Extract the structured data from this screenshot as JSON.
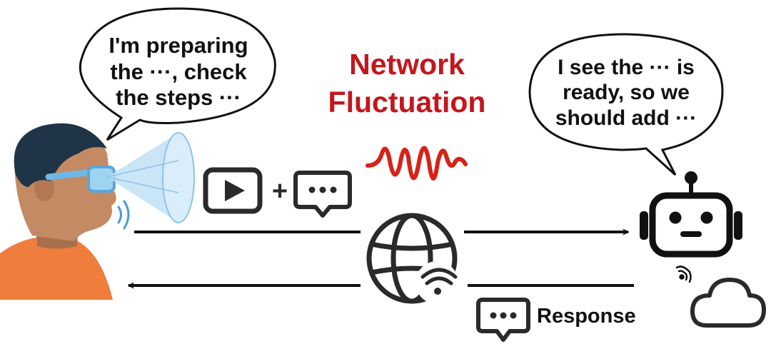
{
  "title": {
    "line1": "Network",
    "line2": "Fluctuation"
  },
  "user_bubble": {
    "line1": "I'm preparing",
    "line2": "the ···, check",
    "line3": "the steps ···"
  },
  "robot_bubble": {
    "line1": "I see the ··· is",
    "line2": "ready, so we",
    "line3": "should add ···"
  },
  "plus_sign": "+",
  "response_label": "Response",
  "colors": {
    "title": "#c4161c",
    "wave": "#d62218",
    "skin": "#c48a63",
    "hair": "#1f3447",
    "shirt": "#ef7d3c",
    "glasses": "#6fb7e3",
    "vision_cone": "#bfe0f5",
    "ink": "#111111"
  },
  "icons": [
    "user-avatar",
    "vision-cone-icon",
    "sound-waves-icon",
    "video-play-icon",
    "chat-bubble-icon",
    "network-wave-icon",
    "globe-icon",
    "wifi-icon",
    "robot-icon",
    "cloud-icon"
  ]
}
